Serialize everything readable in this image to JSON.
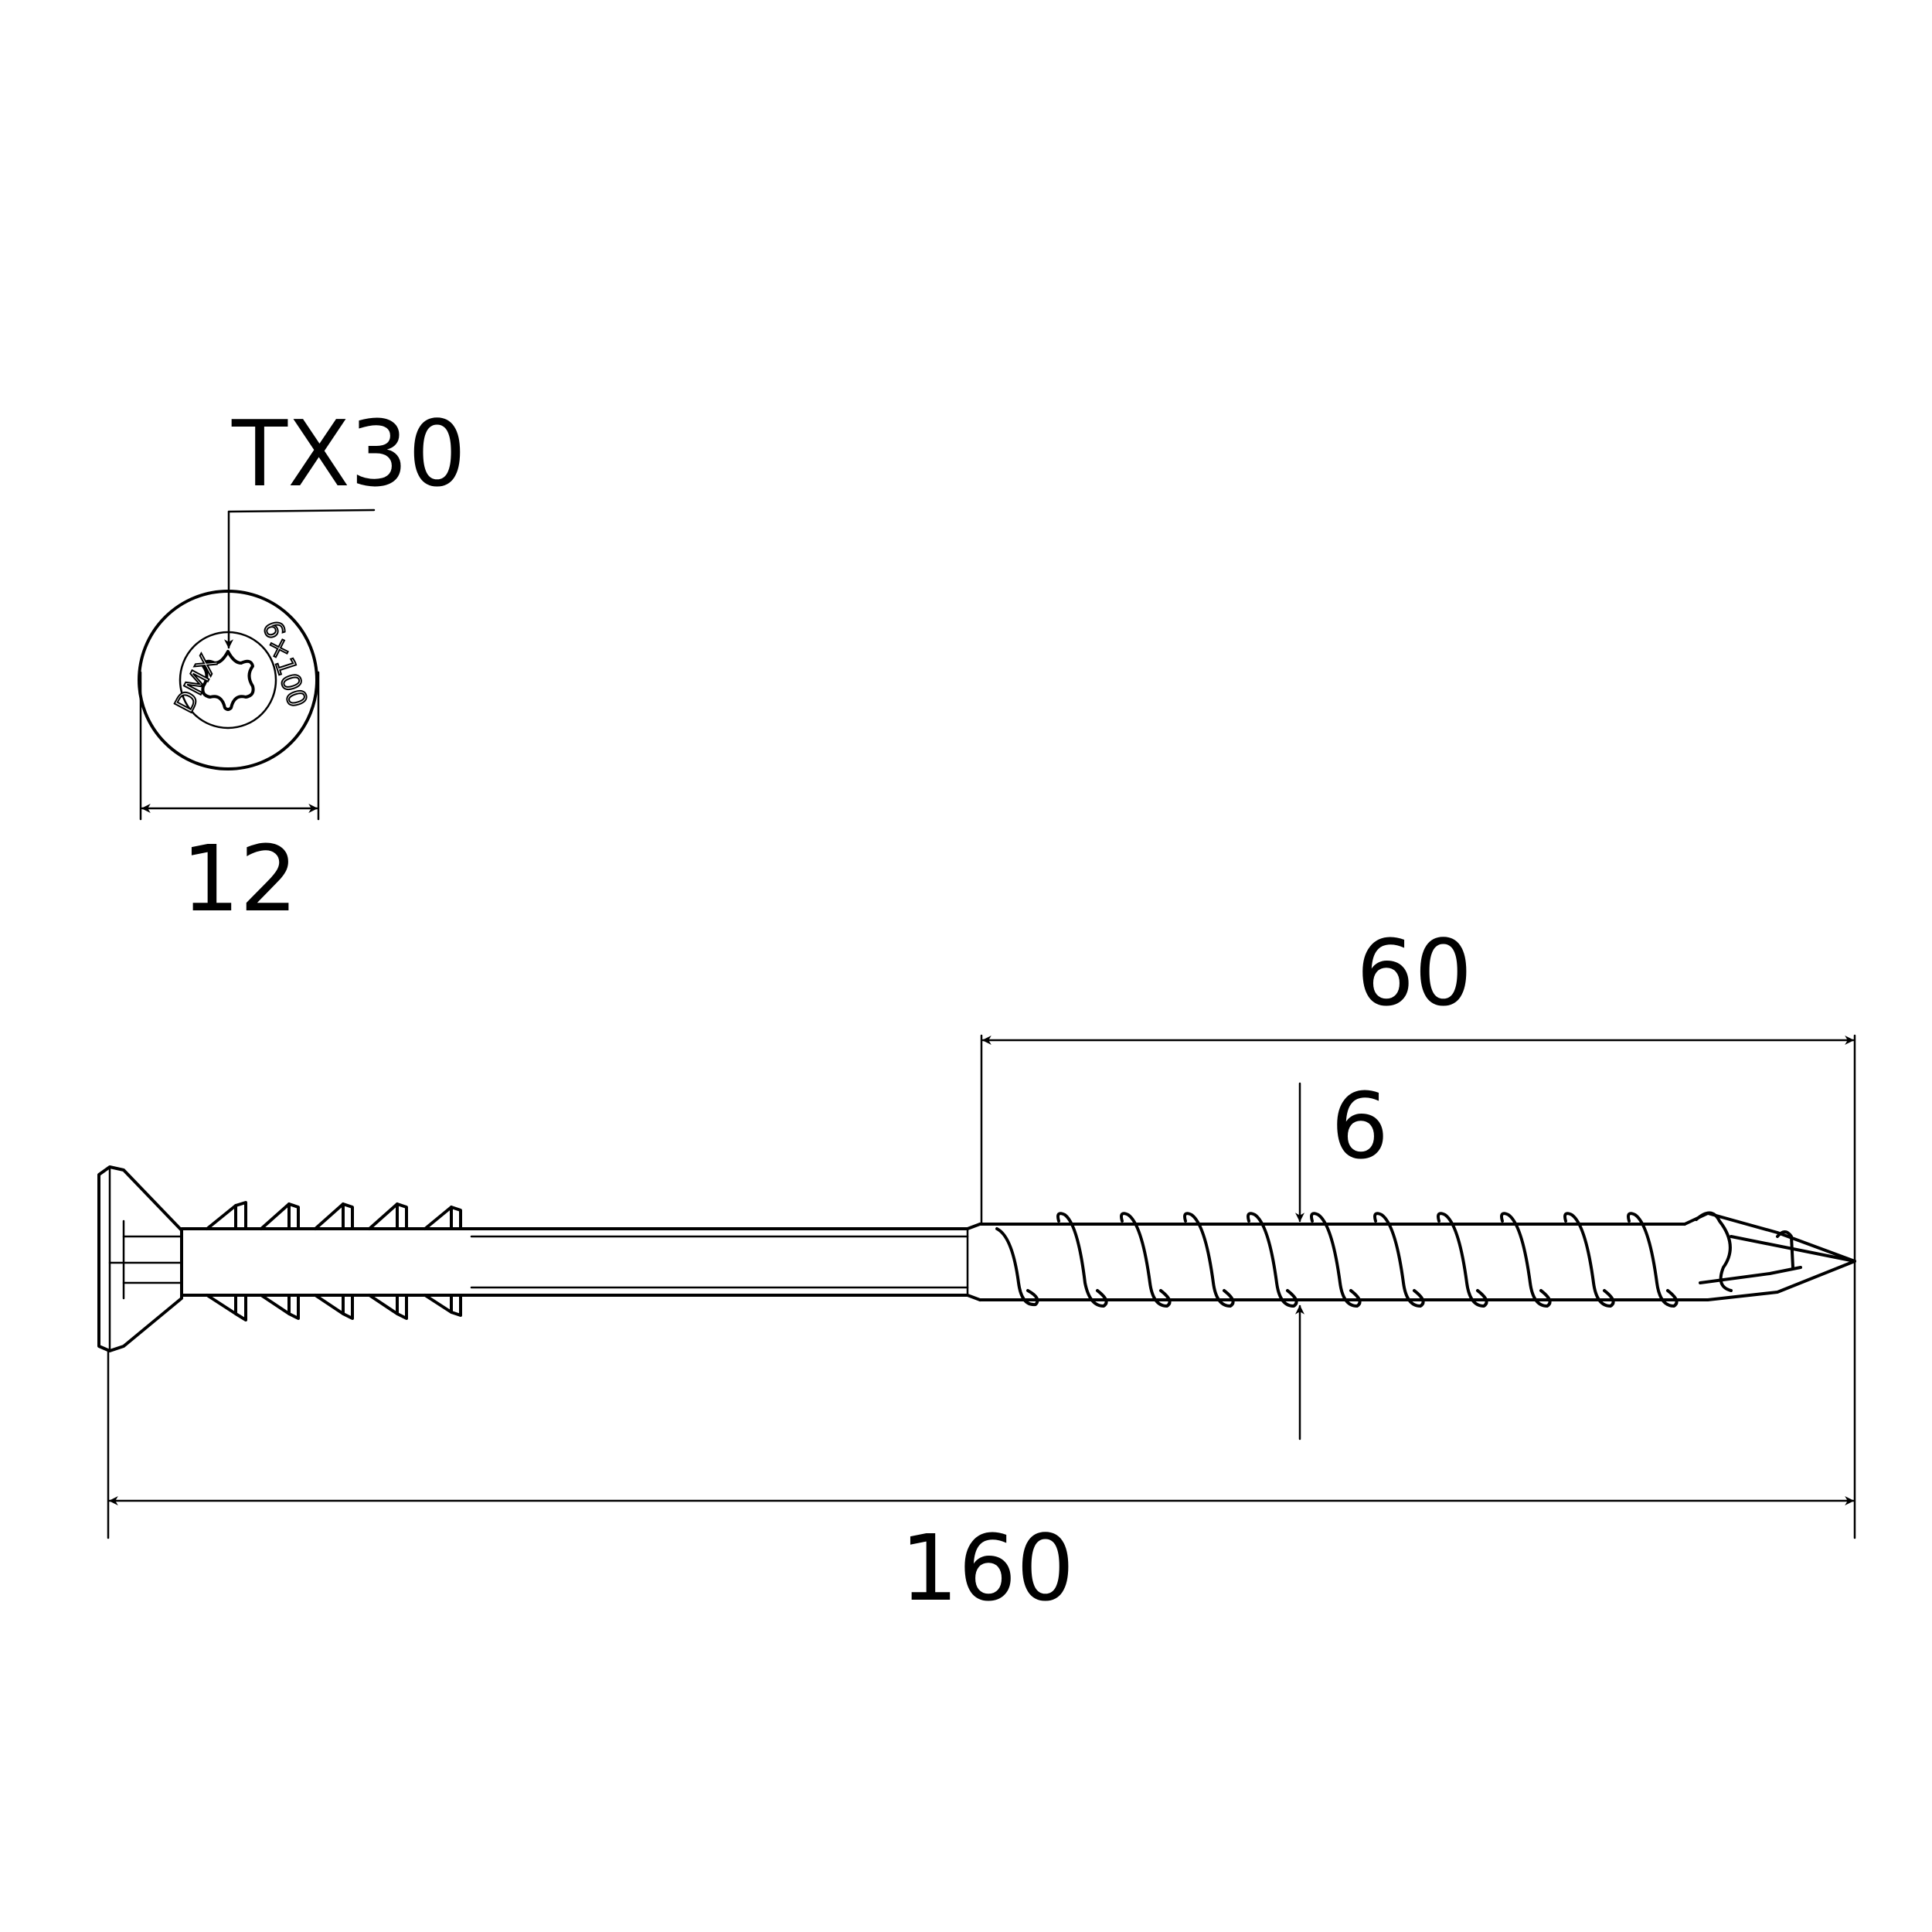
{
  "drive_label": "TX30",
  "head_marking": {
    "brand": "DMX",
    "size": "6×100"
  },
  "dimensions": {
    "head_diameter": "12",
    "thread_length": "60",
    "thread_diameter": "6",
    "total_length": "160"
  },
  "colors": {
    "line": "#000000",
    "background": "#ffffff"
  }
}
